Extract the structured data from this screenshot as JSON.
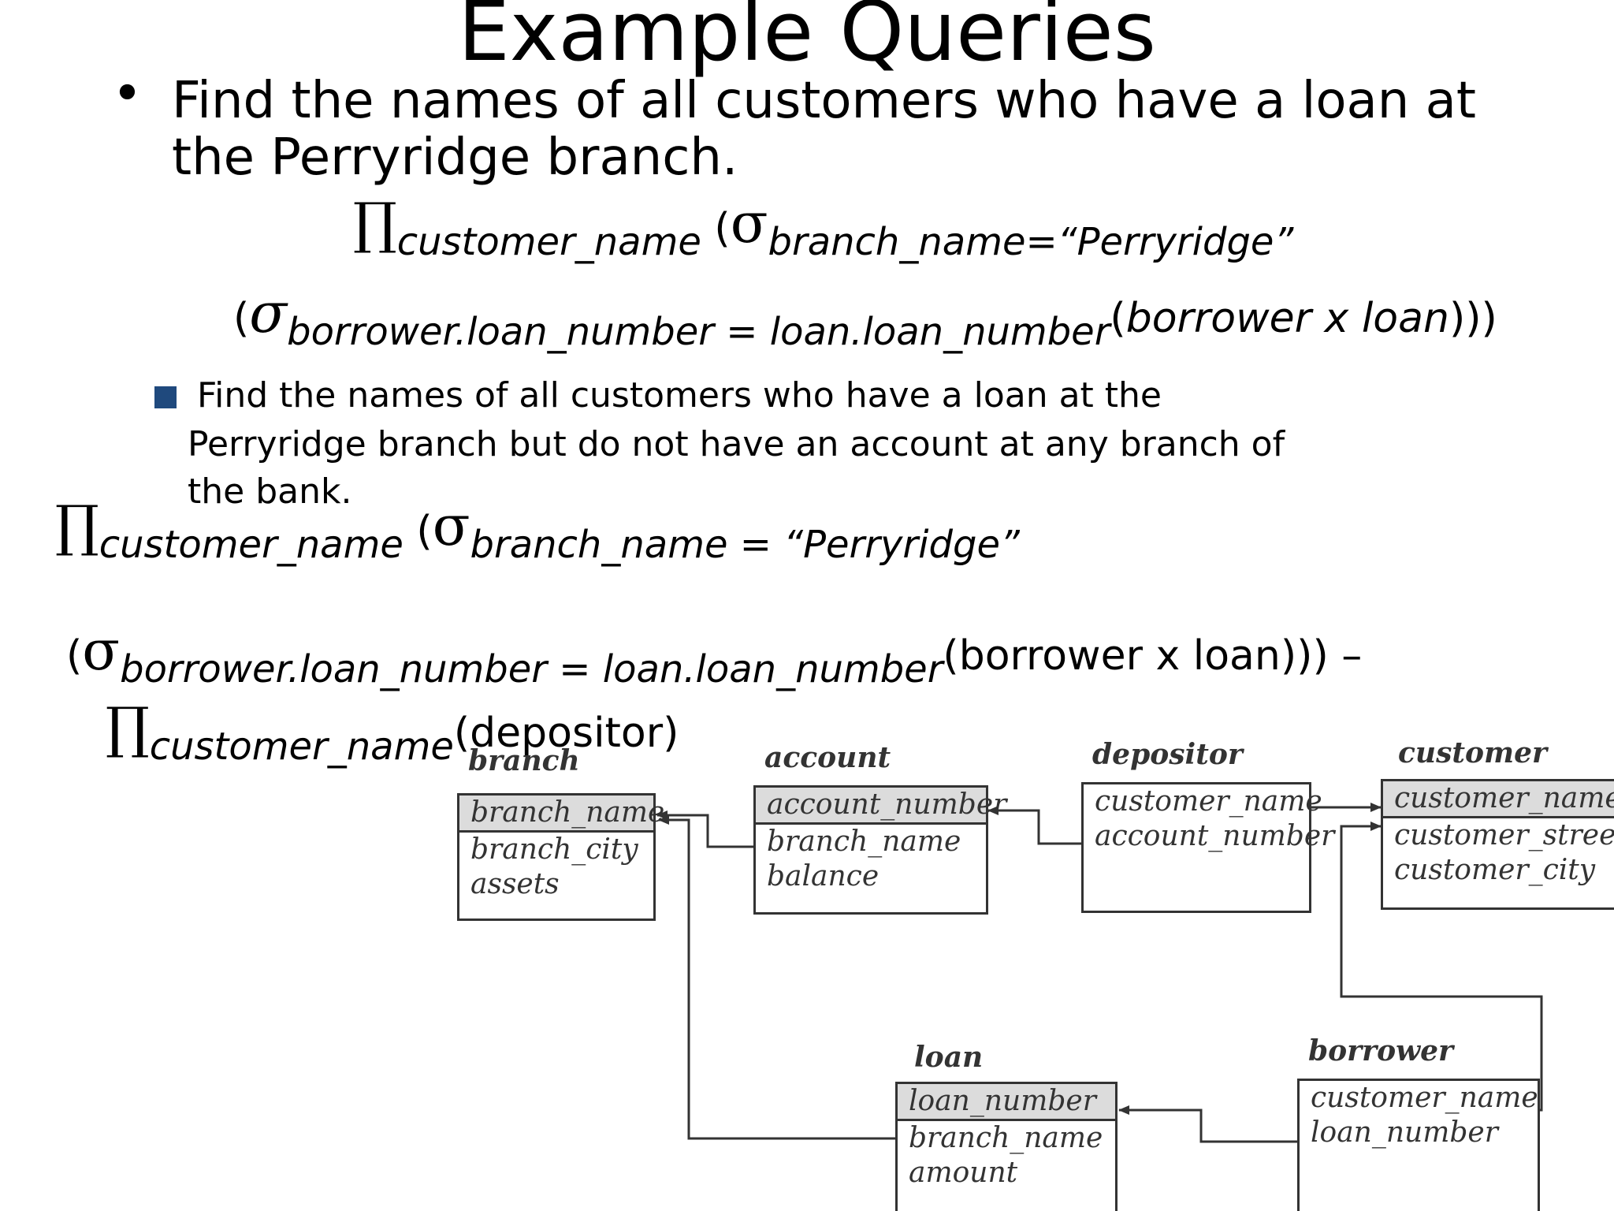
{
  "slide": {
    "title": "Example Queries",
    "bullet1": {
      "marker": "•",
      "line1": "Find the names of all customers who have a loan at",
      "line2": "the Perryridge branch."
    },
    "q1": {
      "pi": "∏",
      "pi_sub": "customer_name",
      "open1": "(",
      "sigma1": "σ",
      "sigma1_sub": "branch_name=“Perryridge”",
      "open2": "(",
      "sigma2": "σ",
      "sigma2_sub": "borrower.loan_number = loan.loan_number",
      "rest_open": "(",
      "rest_text": "borrower x loan",
      "rest_close": ")))"
    },
    "bullet2": {
      "line1": "Find the names of all customers who have a loan at the",
      "line2": "Perryridge branch but do not have an account at any branch of",
      "line3": "the bank."
    },
    "q2": {
      "pi": "∏",
      "pi_sub": "customer_name",
      "open1": "(",
      "sigma1": "σ",
      "sigma1_sub": "branch_name = “Perryridge”",
      "open2": "(",
      "sigma2": "σ",
      "sigma2_sub": "borrower.loan_number = loan.loan_number",
      "rest": "(borrower x loan)))  –",
      "pi2": "∏",
      "pi2_sub": "customer_name",
      "pi2_rest": "(depositor)"
    }
  },
  "schema": {
    "branch": {
      "title": "branch",
      "key": "branch_name",
      "attrs": [
        "branch_city",
        "assets"
      ]
    },
    "account": {
      "title": "account",
      "key": "account_number",
      "attrs": [
        "branch_name",
        "balance"
      ]
    },
    "depositor": {
      "title": "depositor",
      "attrs": [
        "customer_name",
        "account_number"
      ]
    },
    "customer": {
      "title": "customer",
      "key": "customer_name",
      "attrs": [
        "customer_street",
        "customer_city"
      ]
    },
    "loan": {
      "title": "loan",
      "key": "loan_number",
      "attrs": [
        "branch_name",
        "amount"
      ]
    },
    "borrower": {
      "title": "borrower",
      "attrs": [
        "customer_name",
        "loan_number"
      ]
    }
  }
}
